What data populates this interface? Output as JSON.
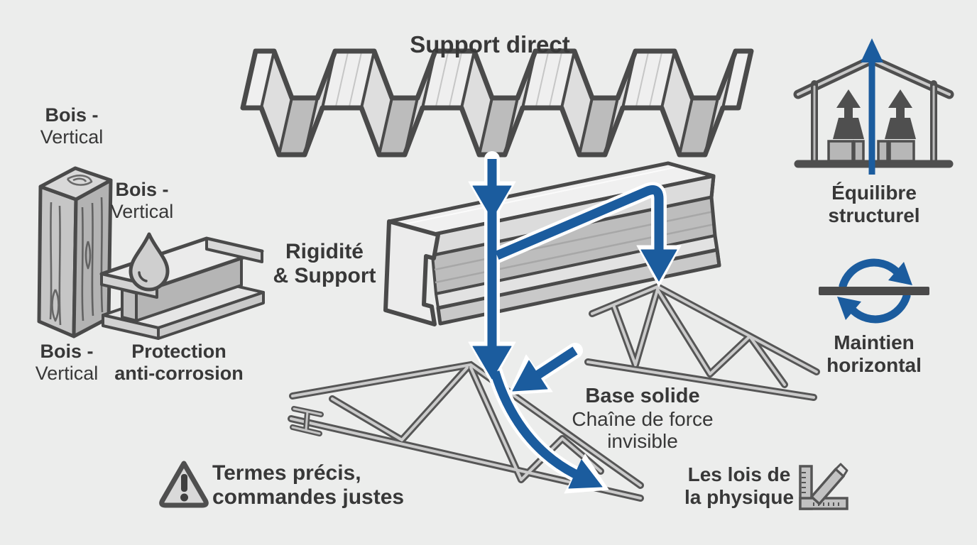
{
  "title": "Support direct",
  "labels": {
    "bois_top": {
      "line1": "Bois -",
      "line2": "Vertical"
    },
    "bois_mid": {
      "line1": "Bois -",
      "line2": "Vertical"
    },
    "bois_bottom": {
      "line1": "Bois -",
      "line2": "Vertical"
    },
    "protection": {
      "line1": "Protection",
      "line2": "anti-corrosion"
    },
    "rigidite": {
      "line1": "Rigidité",
      "line2": "& Support"
    },
    "base": {
      "line1": "Base solide",
      "line2": "Chaîne de force",
      "line3": "invisible"
    },
    "termes": {
      "line1": "Termes précis,",
      "line2": "commandes justes"
    },
    "equilibre": {
      "line1": "Équilibre",
      "line2": "structurel"
    },
    "maintien": {
      "line1": "Maintien",
      "line2": "horizontal"
    },
    "lois": {
      "line1": "Les lois de",
      "line2": "la physique"
    }
  },
  "icons": [
    "corrugated-roof-panel",
    "c-channel-beam",
    "roof-truss-left",
    "roof-truss-right",
    "force-flow-arrows",
    "wood-post",
    "water-drop-icon",
    "i-beam",
    "warning-triangle-icon",
    "house-frame-icon",
    "rotation-arrows-icon",
    "set-square-icon"
  ],
  "colors": {
    "background": "#ecedec",
    "blue": "#1b5c9e",
    "outline": "#4a4a4a",
    "text": "#383838"
  }
}
